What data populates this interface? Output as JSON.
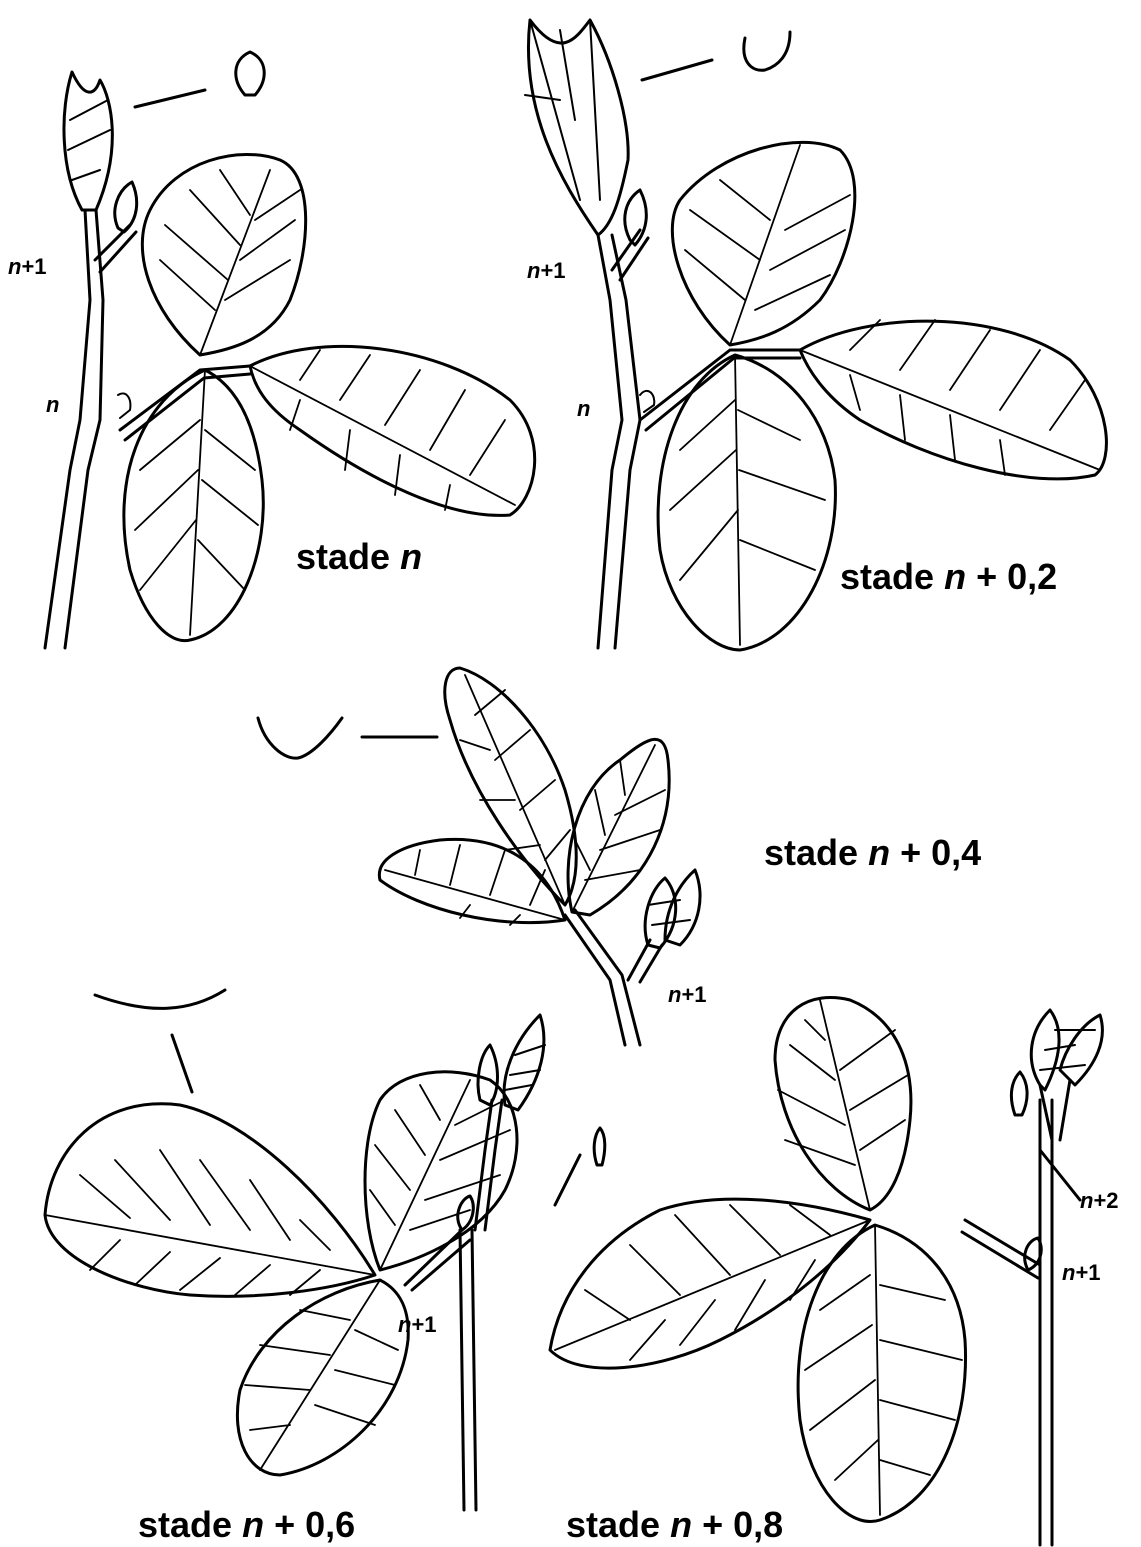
{
  "stages": {
    "s0": {
      "word": "stade",
      "var": "n",
      "suffix": ""
    },
    "s2": {
      "word": "stade",
      "var": "n",
      "suffix": " + 0,2"
    },
    "s4": {
      "word": "stade",
      "var": "n",
      "suffix": " + 0,4"
    },
    "s6": {
      "word": "stade",
      "var": "n",
      "suffix": " + 0,6"
    },
    "s8": {
      "word": "stade",
      "var": "n",
      "suffix": " + 0,8"
    }
  },
  "node_labels": {
    "n": "n",
    "plus1": "+1",
    "plus2": "+2"
  }
}
